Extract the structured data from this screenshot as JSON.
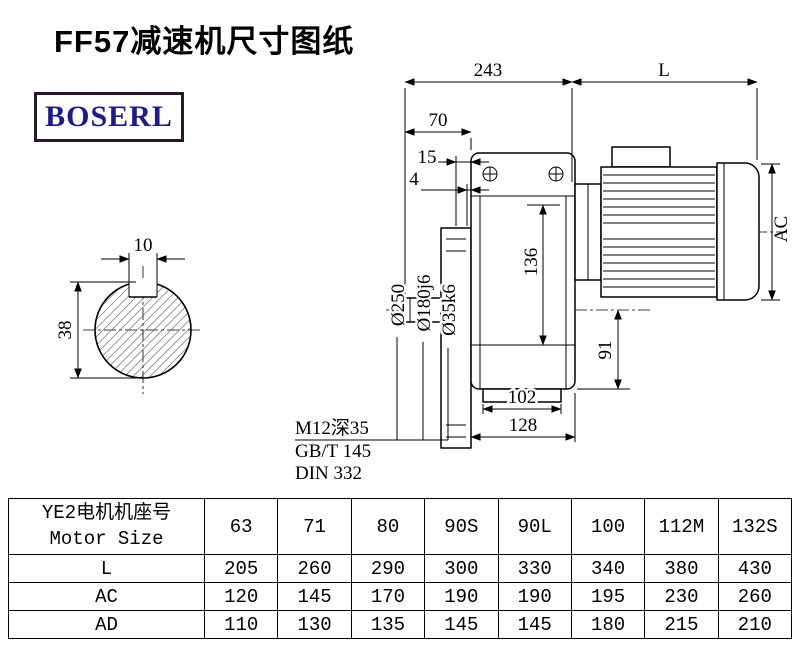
{
  "page": {
    "title": "FF57减速机尺寸图纸",
    "logo": "BOSERL"
  },
  "drawing": {
    "dim_243": "243",
    "dim_L": "L",
    "dim_70": "70",
    "dim_15": "15",
    "dim_4": "4",
    "dim_10": "10",
    "dim_38": "38",
    "dia_flange": "Ø250",
    "dia_spigot": "Ø180j6",
    "dia_shaft": "Ø35k6",
    "dim_136": "136",
    "dim_AC": "AC",
    "dim_91": "91",
    "dim_102": "102",
    "dim_128": "128",
    "note_tap": "M12深35",
    "note_gbt": "GB/T 145",
    "note_din": "DIN 332"
  },
  "table": {
    "header_cn": "YE2电机机座号",
    "header_en": "Motor Size",
    "columns": [
      "63",
      "71",
      "80",
      "90S",
      "90L",
      "100",
      "112M",
      "132S"
    ],
    "rows": [
      {
        "label": "L",
        "values": [
          "205",
          "260",
          "290",
          "300",
          "330",
          "340",
          "380",
          "430"
        ]
      },
      {
        "label": "AC",
        "values": [
          "120",
          "145",
          "170",
          "190",
          "190",
          "195",
          "230",
          "260"
        ]
      },
      {
        "label": "AD",
        "values": [
          "110",
          "130",
          "135",
          "145",
          "145",
          "180",
          "215",
          "210"
        ]
      }
    ]
  }
}
